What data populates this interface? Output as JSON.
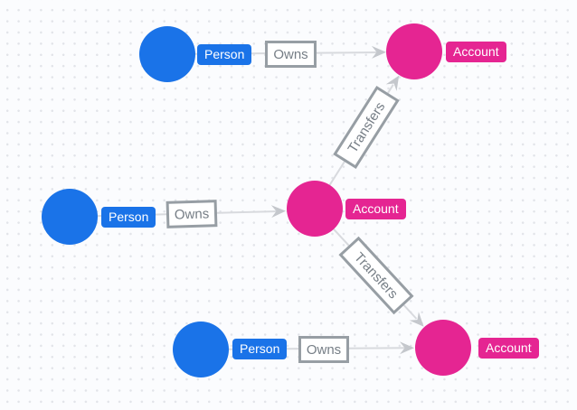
{
  "app": {
    "view": "graph-canvas"
  },
  "graph": {
    "nodes": [
      {
        "id": "person-top",
        "type": "Person",
        "label": "Person"
      },
      {
        "id": "person-middle",
        "type": "Person",
        "label": "Person"
      },
      {
        "id": "person-bottom",
        "type": "Person",
        "label": "Person"
      },
      {
        "id": "account-top",
        "type": "Account",
        "label": "Account"
      },
      {
        "id": "account-center",
        "type": "Account",
        "label": "Account"
      },
      {
        "id": "account-bottom",
        "type": "Account",
        "label": "Account"
      }
    ],
    "edges": [
      {
        "source": "person-top",
        "target": "account-top",
        "label": "Owns"
      },
      {
        "source": "person-middle",
        "target": "account-center",
        "label": "Owns"
      },
      {
        "source": "person-bottom",
        "target": "account-bottom",
        "label": "Owns"
      },
      {
        "source": "account-center",
        "target": "account-top",
        "label": "Transfers"
      },
      {
        "source": "account-center",
        "target": "account-bottom",
        "label": "Transfers"
      }
    ]
  },
  "colors": {
    "person": "#1a73e8",
    "account": "#e52592",
    "edge": "#d8dade",
    "arrow": "#c4c7cc",
    "relBorder": "#979ea4",
    "relText": "#767e86",
    "background": "#fbfcfe",
    "dot": "#e2e4e9"
  }
}
